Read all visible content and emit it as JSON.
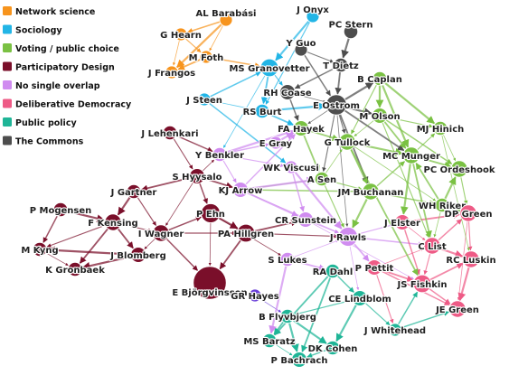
{
  "legend": [
    {
      "label": "Network science",
      "color": "#f7941d"
    },
    {
      "label": "Sociology",
      "color": "#22b5e6"
    },
    {
      "label": "Voting / public choice",
      "color": "#7ac143"
    },
    {
      "label": "Participatory Design",
      "color": "#7a0f2a"
    },
    {
      "label": "No single overlap",
      "color": "#d08cf0"
    },
    {
      "label": "Deliberative Democracy",
      "color": "#ee5b86"
    },
    {
      "label": "Public policy",
      "color": "#1fb597"
    },
    {
      "label": "The Commons",
      "color": "#4d4d4d"
    }
  ],
  "nodes": [
    {
      "id": "barabasi",
      "label": "AL Barabási",
      "group": 0,
      "size": 1
    },
    {
      "id": "hearn",
      "label": "G Hearn",
      "group": 0,
      "size": 1
    },
    {
      "id": "foth",
      "label": "M Foth",
      "group": 0,
      "size": 1
    },
    {
      "id": "frangos",
      "label": "J Frangos",
      "group": 0,
      "size": 1
    },
    {
      "id": "onyx",
      "label": "J Onyx",
      "group": 1,
      "size": 1
    },
    {
      "id": "granovetter",
      "label": "MS Granovetter",
      "group": 1,
      "size": 1.4
    },
    {
      "id": "steen",
      "label": "J Steen",
      "group": 1,
      "size": 1
    },
    {
      "id": "burt",
      "label": "RS Burt",
      "group": 1,
      "size": 1.1
    },
    {
      "id": "pcstern",
      "label": "PC Stern",
      "group": 7,
      "size": 1.1
    },
    {
      "id": "yguo",
      "label": "Y Guo",
      "group": 7,
      "size": 1
    },
    {
      "id": "dietz",
      "label": "T Dietz",
      "group": 7,
      "size": 1.1
    },
    {
      "id": "coase",
      "label": "RH Coase",
      "group": 7,
      "size": 1.2
    },
    {
      "id": "ostrom",
      "label": "E Ostrom",
      "group": 7,
      "size": 1.6
    },
    {
      "id": "caplan",
      "label": "B Caplan",
      "group": 2,
      "size": 1.1
    },
    {
      "id": "olson",
      "label": "M Olson",
      "group": 2,
      "size": 1.2
    },
    {
      "id": "hinich",
      "label": "MJ Hinich",
      "group": 2,
      "size": 1.1
    },
    {
      "id": "tullock",
      "label": "G Tullock",
      "group": 2,
      "size": 1.3
    },
    {
      "id": "munger",
      "label": "MC Munger",
      "group": 2,
      "size": 1.3
    },
    {
      "id": "ordeshook",
      "label": "PC Ordeshook",
      "group": 2,
      "size": 1.3
    },
    {
      "id": "hayek",
      "label": "FA Hayek",
      "group": 2,
      "size": 1.2
    },
    {
      "id": "sen",
      "label": "A Sen",
      "group": 2,
      "size": 1.1
    },
    {
      "id": "buchanan",
      "label": "JM Buchanan",
      "group": 2,
      "size": 1.3
    },
    {
      "id": "riker",
      "label": "WH Riker",
      "group": 2,
      "size": 1.1
    },
    {
      "id": "lehenkari",
      "label": "J Lehenkari",
      "group": 3,
      "size": 1.1
    },
    {
      "id": "hyysalo",
      "label": "S Hyysalo",
      "group": 3,
      "size": 1.2
    },
    {
      "id": "gartner",
      "label": "J Gartner",
      "group": 3,
      "size": 1.1
    },
    {
      "id": "mogensen",
      "label": "P Mogensen",
      "group": 3,
      "size": 1.1
    },
    {
      "id": "kensing",
      "label": "F Kensing",
      "group": 3,
      "size": 1.3
    },
    {
      "id": "kyng",
      "label": "M Kyng",
      "group": 3,
      "size": 1.1
    },
    {
      "id": "gronbaek",
      "label": "K Gronbaek",
      "group": 3,
      "size": 1.1
    },
    {
      "id": "wagner",
      "label": "I Wagner",
      "group": 3,
      "size": 1.3
    },
    {
      "id": "blomberg",
      "label": "J Blomberg",
      "group": 3,
      "size": 1.2
    },
    {
      "id": "ehn",
      "label": "P Ehn",
      "group": 3,
      "size": 1.5
    },
    {
      "id": "hillgren",
      "label": "PA Hillgren",
      "group": 3,
      "size": 1.4
    },
    {
      "id": "bjorgvinsson",
      "label": "E Björgvinsson",
      "group": 3,
      "size": 2.6
    },
    {
      "id": "benkler",
      "label": "Y Benkler",
      "group": 4,
      "size": 1.1
    },
    {
      "id": "gray",
      "label": "E Gray",
      "group": 4,
      "size": 1
    },
    {
      "id": "viscusi",
      "label": "WK Viscusi",
      "group": 4,
      "size": 1
    },
    {
      "id": "arrow",
      "label": "KJ Arrow",
      "group": 4,
      "size": 1.2
    },
    {
      "id": "sunstein",
      "label": "CR Sunstein",
      "group": 4,
      "size": 1.2
    },
    {
      "id": "rawls",
      "label": "J Rawls",
      "group": 4,
      "size": 1.5
    },
    {
      "id": "lukes",
      "label": "S Lukes",
      "group": 4,
      "size": 1.1
    },
    {
      "id": "hayes",
      "label": "GR Hayes",
      "group": 8,
      "size": 1
    },
    {
      "id": "elster",
      "label": "J Elster",
      "group": 5,
      "size": 1.2
    },
    {
      "id": "dpgreen",
      "label": "DP Green",
      "group": 5,
      "size": 1.3
    },
    {
      "id": "list",
      "label": "C List",
      "group": 5,
      "size": 1.3
    },
    {
      "id": "pettit",
      "label": "P Pettit",
      "group": 5,
      "size": 1.2
    },
    {
      "id": "luskin",
      "label": "RC Luskin",
      "group": 5,
      "size": 1.3
    },
    {
      "id": "fishkin",
      "label": "JS Fishkin",
      "group": 5,
      "size": 1.4
    },
    {
      "id": "jegreen",
      "label": "JE Green",
      "group": 5,
      "size": 1.3
    },
    {
      "id": "rdahl",
      "label": "RA Dahl",
      "group": 6,
      "size": 1.1
    },
    {
      "id": "lindblom",
      "label": "CE Lindblom",
      "group": 6,
      "size": 1.2
    },
    {
      "id": "flyvbjerg",
      "label": "B Flyvbjerg",
      "group": 6,
      "size": 1.1
    },
    {
      "id": "whitehead",
      "label": "J Whitehead",
      "group": 6,
      "size": 1
    },
    {
      "id": "baratz",
      "label": "MS Baratz",
      "group": 6,
      "size": 1.1
    },
    {
      "id": "cohen",
      "label": "DK Cohen",
      "group": 6,
      "size": 1.1
    },
    {
      "id": "bachrach",
      "label": "P Bachrach",
      "group": 6,
      "size": 1.2
    }
  ],
  "edges": [
    [
      "barabasi",
      "foth"
    ],
    [
      "barabasi",
      "hearn"
    ],
    [
      "barabasi",
      "frangos"
    ],
    [
      "hearn",
      "foth"
    ],
    [
      "foth",
      "frangos"
    ],
    [
      "hearn",
      "frangos"
    ],
    [
      "foth",
      "granovetter"
    ],
    [
      "onyx",
      "granovetter"
    ],
    [
      "onyx",
      "burt"
    ],
    [
      "granovetter",
      "burt"
    ],
    [
      "steen",
      "burt"
    ],
    [
      "steen",
      "granovetter"
    ],
    [
      "burt",
      "ostrom"
    ],
    [
      "granovetter",
      "coase"
    ],
    [
      "burt",
      "hayek"
    ],
    [
      "granovetter",
      "benkler"
    ],
    [
      "steen",
      "viscusi"
    ],
    [
      "pcstern",
      "dietz"
    ],
    [
      "yguo",
      "dietz"
    ],
    [
      "dietz",
      "ostrom"
    ],
    [
      "coase",
      "ostrom"
    ],
    [
      "yguo",
      "ostrom"
    ],
    [
      "ostrom",
      "olson"
    ],
    [
      "ostrom",
      "tullock"
    ],
    [
      "ostrom",
      "buchanan"
    ],
    [
      "ostrom",
      "hayek"
    ],
    [
      "coase",
      "hayek"
    ],
    [
      "ostrom",
      "caplan"
    ],
    [
      "ostrom",
      "sen"
    ],
    [
      "ostrom",
      "munger"
    ],
    [
      "ostrom",
      "rawls"
    ],
    [
      "dietz",
      "coase"
    ],
    [
      "caplan",
      "olson"
    ],
    [
      "olson",
      "hinich"
    ],
    [
      "olson",
      "munger"
    ],
    [
      "olson",
      "tullock"
    ],
    [
      "tullock",
      "buchanan"
    ],
    [
      "tullock",
      "munger"
    ],
    [
      "munger",
      "hinich"
    ],
    [
      "munger",
      "ordeshook"
    ],
    [
      "hinich",
      "ordeshook"
    ],
    [
      "buchanan",
      "riker"
    ],
    [
      "riker",
      "ordeshook"
    ],
    [
      "sen",
      "buchanan"
    ],
    [
      "hayek",
      "tullock"
    ],
    [
      "sen",
      "tullock"
    ],
    [
      "buchanan",
      "munger"
    ],
    [
      "caplan",
      "munger"
    ],
    [
      "caplan",
      "tullock"
    ],
    [
      "riker",
      "munger"
    ],
    [
      "sen",
      "arrow"
    ],
    [
      "buchanan",
      "arrow"
    ],
    [
      "buchanan",
      "rawls"
    ],
    [
      "sen",
      "rawls"
    ],
    [
      "hayek",
      "sen"
    ],
    [
      "tullock",
      "riker"
    ],
    [
      "olson",
      "ordeshook"
    ],
    [
      "caplan",
      "hinich"
    ],
    [
      "lehenkari",
      "hyysalo"
    ],
    [
      "hyysalo",
      "gartner"
    ],
    [
      "hyysalo",
      "wagner"
    ],
    [
      "hyysalo",
      "ehn"
    ],
    [
      "mogensen",
      "kensing"
    ],
    [
      "kensing",
      "kyng"
    ],
    [
      "kensing",
      "gronbaek"
    ],
    [
      "kyng",
      "gronbaek"
    ],
    [
      "mogensen",
      "kyng"
    ],
    [
      "gartner",
      "kensing"
    ],
    [
      "gartner",
      "wagner"
    ],
    [
      "kensing",
      "blomberg"
    ],
    [
      "wagner",
      "blomberg"
    ],
    [
      "wagner",
      "ehn"
    ],
    [
      "ehn",
      "hillgren"
    ],
    [
      "wagner",
      "hillgren"
    ],
    [
      "hillgren",
      "bjorgvinsson"
    ],
    [
      "ehn",
      "bjorgvinsson"
    ],
    [
      "wagner",
      "bjorgvinsson"
    ],
    [
      "blomberg",
      "gronbaek"
    ],
    [
      "kensing",
      "wagner"
    ],
    [
      "hyysalo",
      "arrow"
    ],
    [
      "hyysalo",
      "benkler"
    ],
    [
      "lehenkari",
      "benkler"
    ],
    [
      "blomberg",
      "kyng"
    ],
    [
      "hillgren",
      "rawls"
    ],
    [
      "hillgren",
      "sunstein"
    ],
    [
      "ehn",
      "lukes"
    ],
    [
      "benkler",
      "gray"
    ],
    [
      "benkler",
      "hayek"
    ],
    [
      "benkler",
      "arrow"
    ],
    [
      "arrow",
      "sunstein"
    ],
    [
      "arrow",
      "rawls"
    ],
    [
      "viscusi",
      "sunstein"
    ],
    [
      "gray",
      "hayek"
    ],
    [
      "sunstein",
      "rawls"
    ],
    [
      "lukes",
      "rdahl"
    ],
    [
      "lukes",
      "rawls"
    ],
    [
      "arrow",
      "hayek"
    ],
    [
      "viscusi",
      "rawls"
    ],
    [
      "rawls",
      "elster"
    ],
    [
      "rawls",
      "pettit"
    ],
    [
      "sunstein",
      "fishkin"
    ],
    [
      "rawls",
      "list"
    ],
    [
      "arrow",
      "sen"
    ],
    [
      "benkler",
      "viscusi"
    ],
    [
      "elster",
      "dpgreen"
    ],
    [
      "elster",
      "list"
    ],
    [
      "list",
      "dpgreen"
    ],
    [
      "list",
      "luskin"
    ],
    [
      "list",
      "fishkin"
    ],
    [
      "fishkin",
      "luskin"
    ],
    [
      "pettit",
      "list"
    ],
    [
      "fishkin",
      "jegreen"
    ],
    [
      "luskin",
      "jegreen"
    ],
    [
      "dpgreen",
      "luskin"
    ],
    [
      "pettit",
      "fishkin"
    ],
    [
      "dpgreen",
      "jegreen"
    ],
    [
      "elster",
      "fishkin"
    ],
    [
      "riker",
      "dpgreen"
    ],
    [
      "ordeshook",
      "dpgreen"
    ],
    [
      "munger",
      "list"
    ],
    [
      "hinich",
      "luskin"
    ],
    [
      "pettit",
      "jegreen"
    ],
    [
      "munger",
      "elster"
    ],
    [
      "olson",
      "list"
    ],
    [
      "tullock",
      "fishkin"
    ],
    [
      "riker",
      "list"
    ],
    [
      "rdahl",
      "lindblom"
    ],
    [
      "lindblom",
      "cohen"
    ],
    [
      "lindblom",
      "flyvbjerg"
    ],
    [
      "flyvbjerg",
      "baratz"
    ],
    [
      "baratz",
      "bachrach"
    ],
    [
      "cohen",
      "bachrach"
    ],
    [
      "flyvbjerg",
      "bachrach"
    ],
    [
      "lindblom",
      "whitehead"
    ],
    [
      "rdahl",
      "bachrach"
    ],
    [
      "rawls",
      "lindblom"
    ],
    [
      "whitehead",
      "jegreen"
    ],
    [
      "flyvbjerg",
      "cohen"
    ],
    [
      "pettit",
      "whitehead"
    ],
    [
      "rdahl",
      "baratz"
    ],
    [
      "hayes",
      "flyvbjerg"
    ],
    [
      "whitehead",
      "fishkin"
    ],
    [
      "lukes",
      "baratz"
    ]
  ]
}
